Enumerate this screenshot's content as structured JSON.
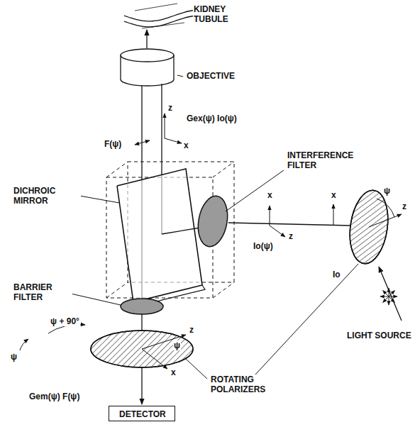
{
  "diagram": {
    "nodes": [
      {
        "text": [
          "DETECTOR"
        ]
      }
    ],
    "labels": [
      "KIDNEY TUBULE",
      "OBJECTIVE",
      "z",
      "Gex(ψ) Io(ψ)",
      "x",
      "F(ψ)",
      "DICHROIC MIRROR",
      "INTERFERENCE FILTER",
      "x",
      "z",
      "Io(ψ)",
      "x",
      "z",
      "ψ",
      "Io",
      "LIGHT SOURCE",
      "BARRIER FILTER",
      "ψ + 90°",
      "ψ",
      "z",
      "ψ",
      "x",
      "ROTATING POLARIZERS",
      "Gem(ψ) F(ψ)"
    ]
  }
}
